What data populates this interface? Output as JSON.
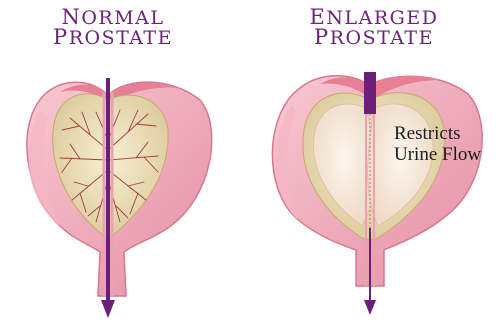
{
  "normal": {
    "title_line1": "Normal",
    "title_line2": "Prostate"
  },
  "enlarged": {
    "title_line1": "Enlarged",
    "title_line2": "Prostate",
    "annotation_line1": "Restricts",
    "annotation_line2": "Urine Flow"
  },
  "colors": {
    "title": "#6b2478",
    "arrow": "#6b1f7a",
    "tissue_pink": "#f2aebd",
    "gland_tan": "#efe4bf",
    "vein": "#9e3c40"
  }
}
